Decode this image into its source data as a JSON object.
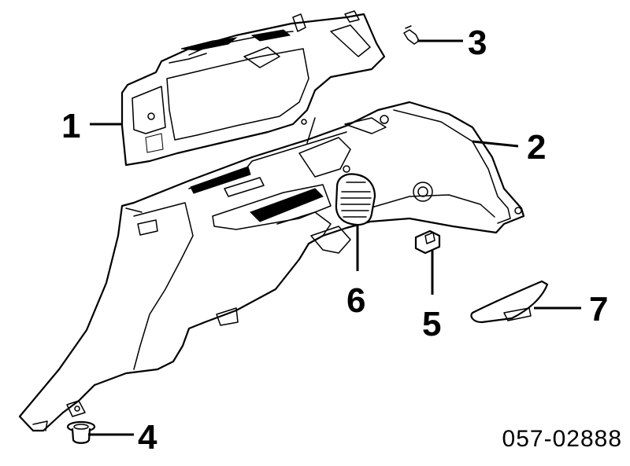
{
  "diagram": {
    "callouts": [
      {
        "id": "1",
        "label": "1"
      },
      {
        "id": "2",
        "label": "2"
      },
      {
        "id": "3",
        "label": "3"
      },
      {
        "id": "4",
        "label": "4"
      },
      {
        "id": "5",
        "label": "5"
      },
      {
        "id": "6",
        "label": "6"
      },
      {
        "id": "7",
        "label": "7"
      }
    ],
    "diagram_code": "057-02888",
    "line_color": "#000000",
    "background_color": "#ffffff"
  }
}
